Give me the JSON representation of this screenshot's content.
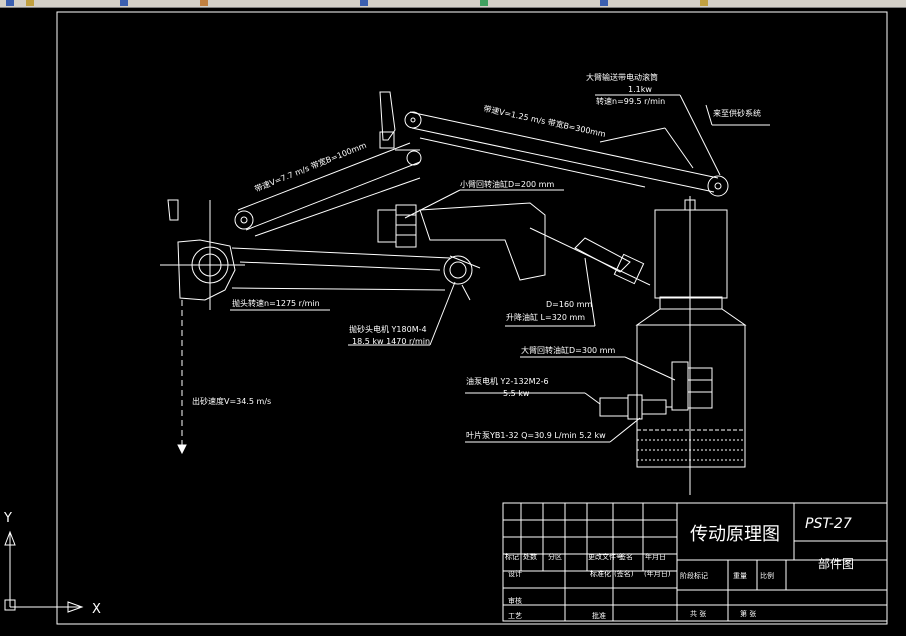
{
  "drawing": {
    "labels": {
      "big_arm_motor": "大臂输送带电动滚筒",
      "big_arm_motor_power": "1.1kw",
      "big_arm_motor_speed": "转速n=99.5 r/min",
      "from_sand_system": "来至供砂系统",
      "big_belt_spec": "带速V=1.25 m/s  带宽B=300mm",
      "small_belt_spec": "带速V=7.7 m/s  带宽B=100mm",
      "small_arm_cylinder": "小臂回转油缸D=200 mm",
      "throw_head_speed": "抛头转速n=1275 r/min",
      "throw_motor": "抛砂头电机 Y180M-4",
      "throw_motor_spec": "18.5 kw  1470 r/min",
      "lift_cyl_d": "D=160 mm",
      "lift_cyl_stroke": "升降油缸 L=320 mm",
      "big_arm_cylinder": "大臂回转油缸D=300 mm",
      "pump_motor": "油泵电机 Y2-132M2-6",
      "pump_motor_power": "5.5 kw",
      "vane_pump": "叶片泵YB1-32 Q=30.9 L/min 5.2 kw",
      "sand_speed": "出砂速度V=34.5 m/s"
    },
    "title_block": {
      "drawing_name": "传动原理图",
      "drawing_number": "PST-27",
      "sheet_type": "部件图",
      "cells": {
        "mark": "标记",
        "count": "处数",
        "zone": "分区",
        "change_doc": "更改文件号",
        "signature": "签名",
        "date": "年月日",
        "design": "设计",
        "standardize": "标准化",
        "signature2": "(签名)",
        "date2": "(年月日)",
        "stage_mark": "阶段标记",
        "weight": "重量",
        "scale": "比例",
        "review": "审核",
        "process": "工艺",
        "approve": "批准",
        "total": "共 张",
        "sheet": "第 张"
      }
    },
    "ucs": {
      "x": "X",
      "y": "Y"
    }
  }
}
